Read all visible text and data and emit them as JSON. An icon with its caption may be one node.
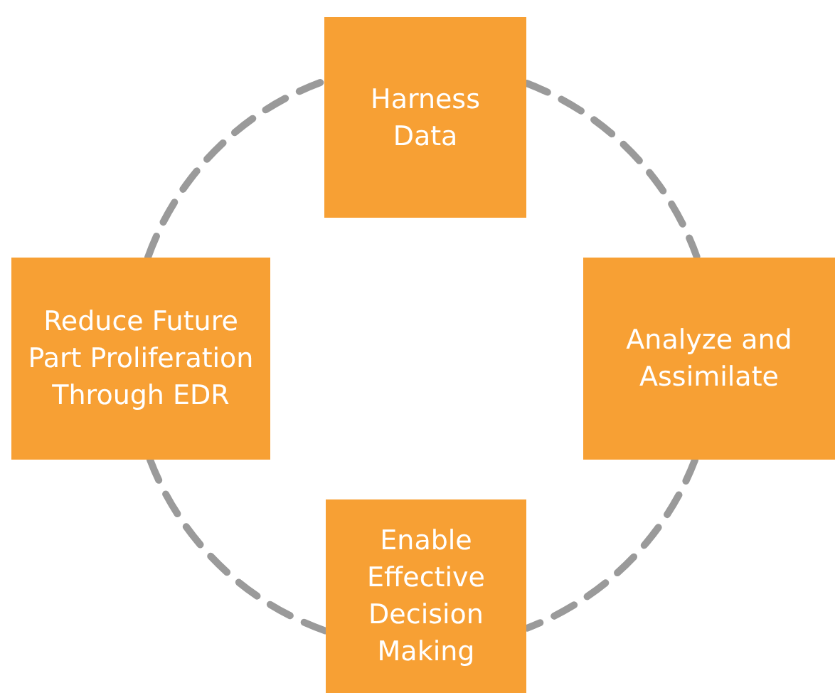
{
  "diagram": {
    "nodes": [
      {
        "text": [
          "Harness Data"
        ]
      },
      {
        "text": [
          "Analyze and Assimilate"
        ]
      },
      {
        "text": [
          "Enable Effective Decision Making"
        ]
      },
      {
        "text": [
          "Reduce Future Part Proliferation Through EDR"
        ]
      }
    ],
    "edges": [
      {
        "from": 0,
        "to": 1,
        "arrow": "none",
        "style": "dashed"
      },
      {
        "from": 1,
        "to": 2,
        "arrow": "none",
        "style": "dashed"
      },
      {
        "from": 2,
        "to": 3,
        "arrow": "none",
        "style": "dashed"
      },
      {
        "from": 3,
        "to": 0,
        "arrow": "none",
        "style": "dashed"
      }
    ]
  }
}
